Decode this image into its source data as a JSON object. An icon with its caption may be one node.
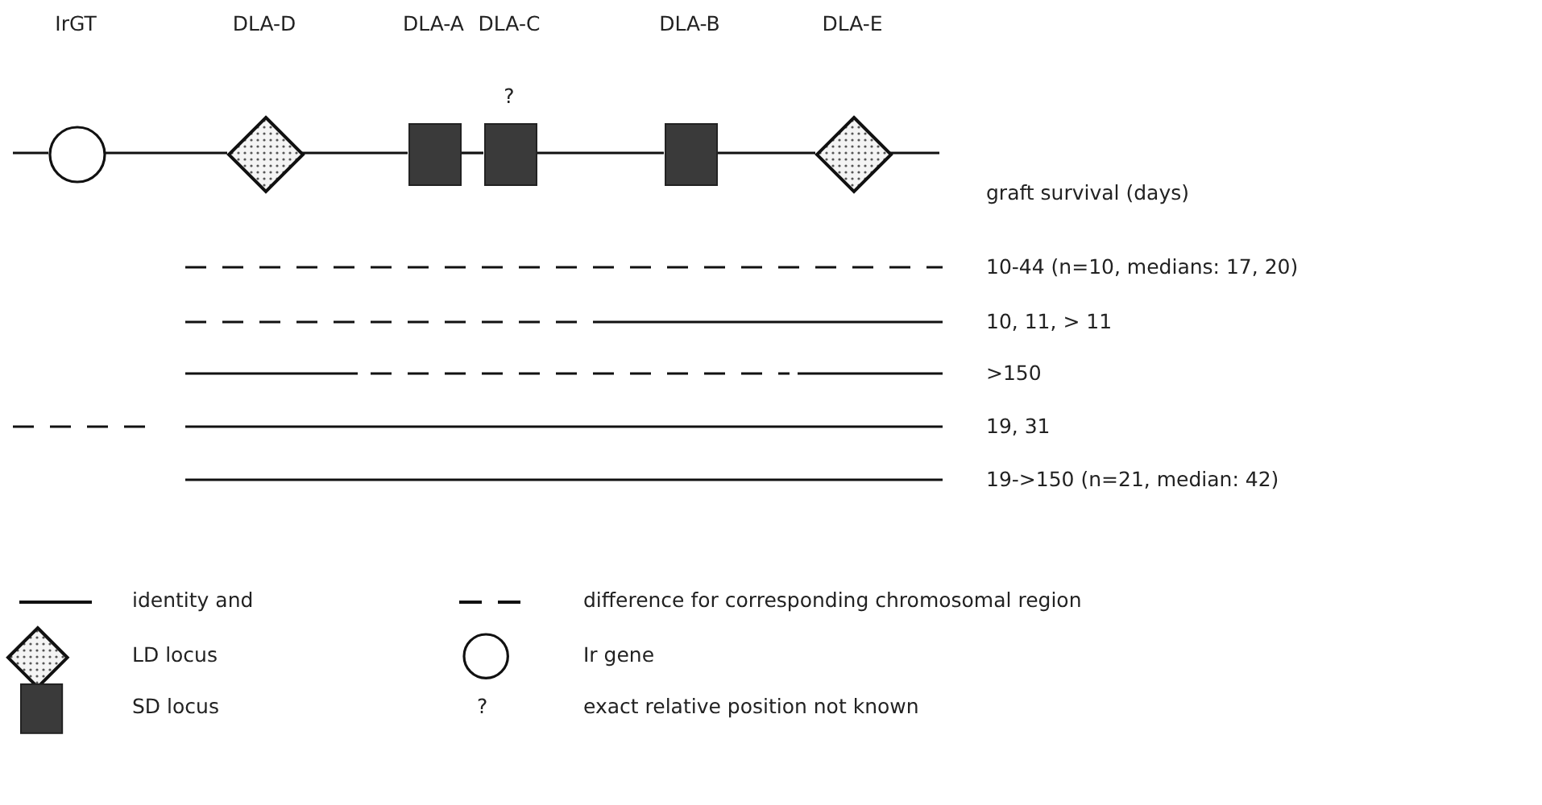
{
  "diagram": {
    "nodes": [
      {
        "text": [
          "IrGT"
        ]
      },
      {
        "text": [
          "DLA-D"
        ]
      },
      {
        "text": [
          "DLA-A"
        ]
      },
      {
        "text": [
          "DLA-C"
        ],
        "beside": [
          "?"
        ]
      },
      {
        "text": [
          "DLA-B"
        ]
      },
      {
        "text": [
          "DLA-E"
        ]
      }
    ],
    "edges": [
      {
        "from": null,
        "to": 0,
        "arrow": "none"
      },
      {
        "from": 0,
        "to": 1,
        "arrow": "none"
      },
      {
        "from": 1,
        "to": 2,
        "arrow": "none"
      },
      {
        "from": 2,
        "to": 3,
        "arrow": "none"
      },
      {
        "from": 3,
        "to": 4,
        "arrow": "none"
      },
      {
        "from": 4,
        "to": 5,
        "arrow": "none"
      },
      {
        "from": 5,
        "to": null,
        "arrow": "none"
      }
    ],
    "labels": [
      "graft survival (days)",
      "10-44 (n=10, medians: 17, 20)",
      "10, 11, > 11",
      ">150",
      "19, 31",
      "19->150 (n=21, median: 42)",
      "?"
    ],
    "legend": [
      {
        "text": "identity and"
      },
      {
        "text": "difference for corresponding chromosomal region"
      },
      {
        "text": "LD locus"
      },
      {
        "text": "Ir gene"
      },
      {
        "text": "SD locus"
      },
      {
        "text": "exact relative position not known"
      }
    ]
  }
}
